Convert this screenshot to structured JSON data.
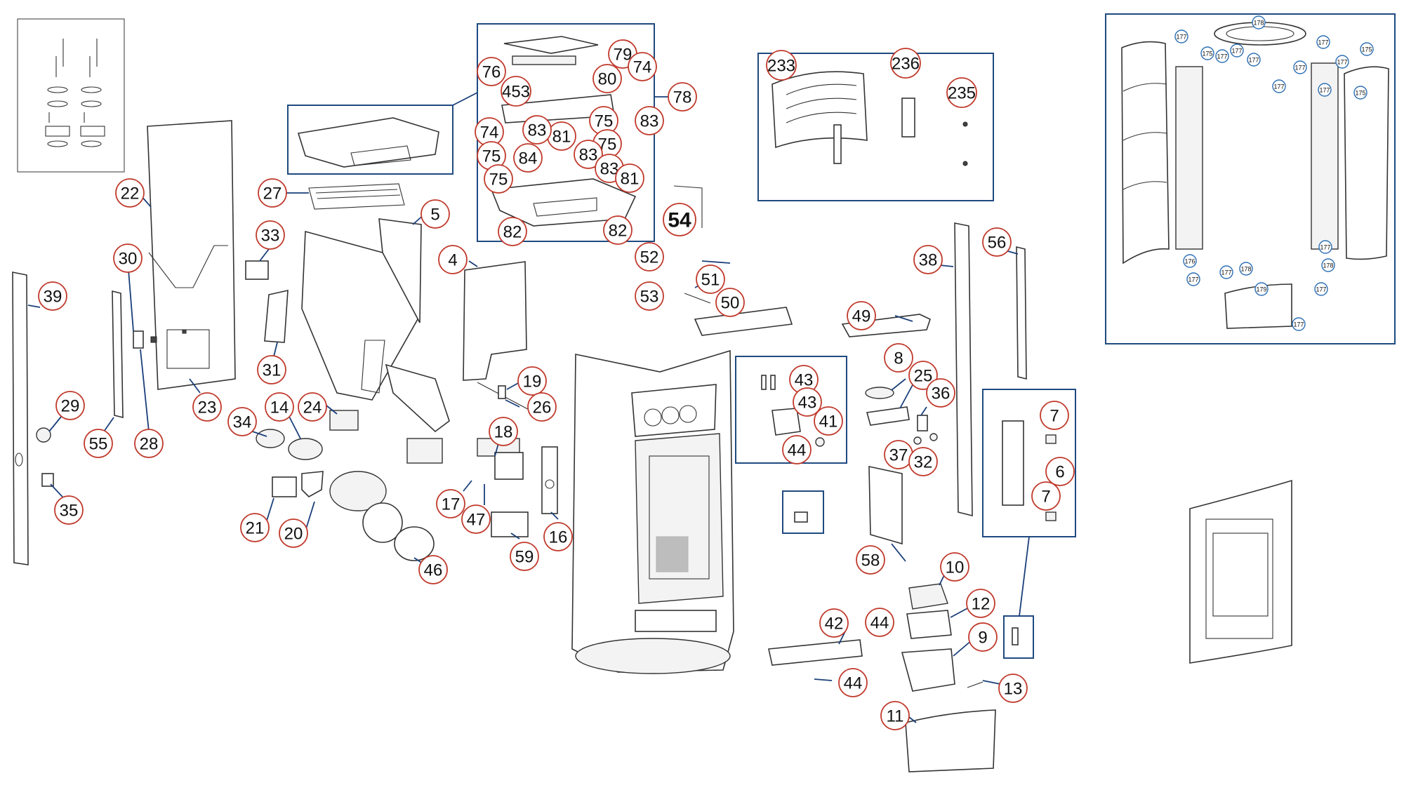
{
  "callouts": [
    {
      "id": "22",
      "label": "22"
    },
    {
      "id": "23",
      "label": "23"
    },
    {
      "id": "27",
      "label": "27"
    },
    {
      "id": "5",
      "label": "5"
    },
    {
      "id": "33",
      "label": "33"
    },
    {
      "id": "30",
      "label": "30"
    },
    {
      "id": "39",
      "label": "39"
    },
    {
      "id": "31",
      "label": "31"
    },
    {
      "id": "55",
      "label": "55"
    },
    {
      "id": "28",
      "label": "28"
    },
    {
      "id": "29",
      "label": "29"
    },
    {
      "id": "35",
      "label": "35"
    },
    {
      "id": "34",
      "label": "34"
    },
    {
      "id": "14",
      "label": "14"
    },
    {
      "id": "24",
      "label": "24"
    },
    {
      "id": "21",
      "label": "21"
    },
    {
      "id": "20",
      "label": "20"
    },
    {
      "id": "46",
      "label": "46"
    },
    {
      "id": "4",
      "label": "4"
    },
    {
      "id": "19",
      "label": "19"
    },
    {
      "id": "26",
      "label": "26"
    },
    {
      "id": "18",
      "label": "18"
    },
    {
      "id": "17",
      "label": "17"
    },
    {
      "id": "47",
      "label": "47"
    },
    {
      "id": "16",
      "label": "16"
    },
    {
      "id": "59",
      "label": "59"
    },
    {
      "id": "76",
      "label": "76"
    },
    {
      "id": "79",
      "label": "79"
    },
    {
      "id": "74a",
      "label": "74"
    },
    {
      "id": "80",
      "label": "80"
    },
    {
      "id": "453",
      "label": "453"
    },
    {
      "id": "78",
      "label": "78"
    },
    {
      "id": "74b",
      "label": "74"
    },
    {
      "id": "75a",
      "label": "75"
    },
    {
      "id": "83a",
      "label": "83"
    },
    {
      "id": "81a",
      "label": "81"
    },
    {
      "id": "75b",
      "label": "75"
    },
    {
      "id": "83b",
      "label": "83"
    },
    {
      "id": "75c",
      "label": "75"
    },
    {
      "id": "75d",
      "label": "75"
    },
    {
      "id": "84",
      "label": "84"
    },
    {
      "id": "83c",
      "label": "83"
    },
    {
      "id": "83d",
      "label": "83"
    },
    {
      "id": "81b",
      "label": "81"
    },
    {
      "id": "82a",
      "label": "82"
    },
    {
      "id": "82b",
      "label": "82"
    },
    {
      "id": "54",
      "label": "54"
    },
    {
      "id": "52",
      "label": "52"
    },
    {
      "id": "51",
      "label": "51"
    },
    {
      "id": "53",
      "label": "53"
    },
    {
      "id": "50",
      "label": "50"
    },
    {
      "id": "233",
      "label": "233"
    },
    {
      "id": "236",
      "label": "236"
    },
    {
      "id": "235",
      "label": "235"
    },
    {
      "id": "43a",
      "label": "43"
    },
    {
      "id": "43b",
      "label": "43"
    },
    {
      "id": "41",
      "label": "41"
    },
    {
      "id": "44a",
      "label": "44"
    },
    {
      "id": "49",
      "label": "49"
    },
    {
      "id": "8",
      "label": "8"
    },
    {
      "id": "25",
      "label": "25"
    },
    {
      "id": "36",
      "label": "36"
    },
    {
      "id": "37",
      "label": "37"
    },
    {
      "id": "32",
      "label": "32"
    },
    {
      "id": "58",
      "label": "58"
    },
    {
      "id": "38",
      "label": "38"
    },
    {
      "id": "56",
      "label": "56"
    },
    {
      "id": "7a",
      "label": "7"
    },
    {
      "id": "6",
      "label": "6"
    },
    {
      "id": "7b",
      "label": "7"
    },
    {
      "id": "10",
      "label": "10"
    },
    {
      "id": "12",
      "label": "12"
    },
    {
      "id": "44b",
      "label": "44"
    },
    {
      "id": "9",
      "label": "9"
    },
    {
      "id": "42",
      "label": "42"
    },
    {
      "id": "44c",
      "label": "44"
    },
    {
      "id": "13",
      "label": "13"
    },
    {
      "id": "11",
      "label": "11"
    }
  ],
  "inset_callouts": [
    "177",
    "175",
    "177",
    "178",
    "177",
    "177",
    "177",
    "177",
    "175",
    "177",
    "177",
    "176",
    "177",
    "178",
    "177",
    "177",
    "175",
    "177",
    "178",
    "177",
    "179",
    "177"
  ]
}
